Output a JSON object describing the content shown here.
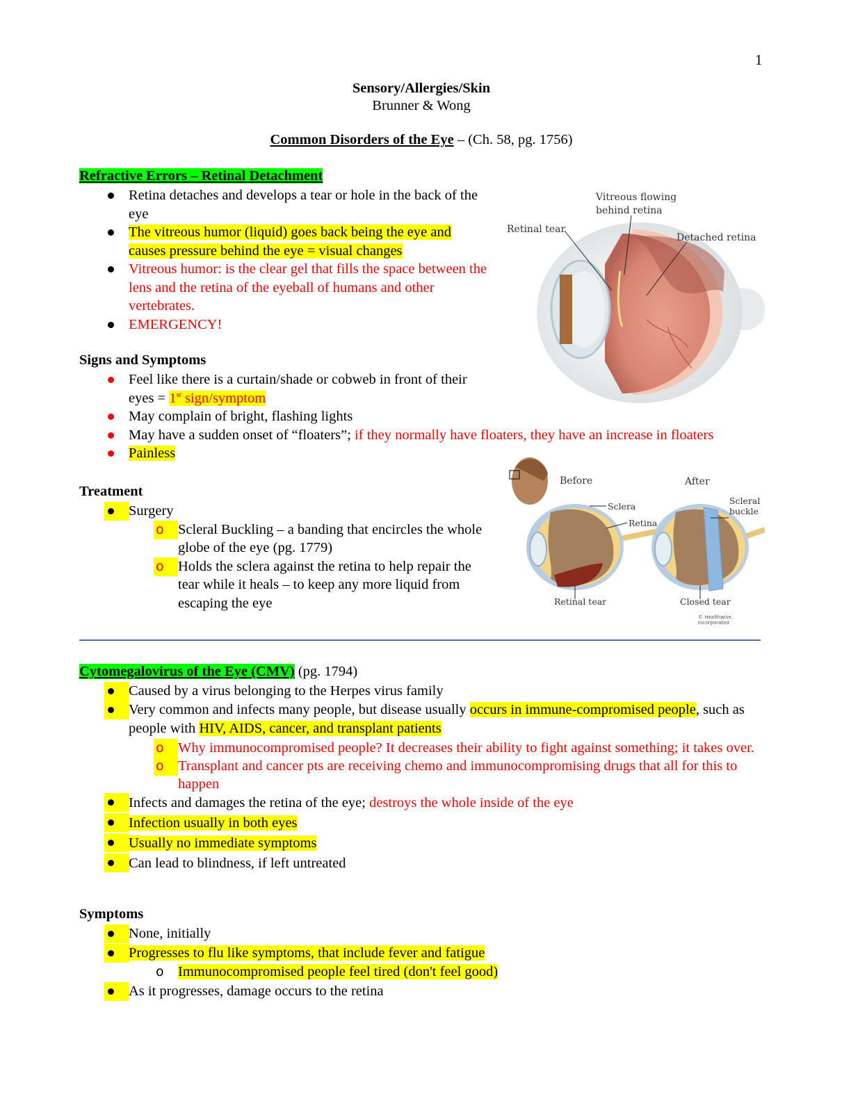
{
  "page_number": "1",
  "header": {
    "title": "Sensory/Allergies/Skin",
    "subtitle": "Brunner & Wong",
    "chapter_title": "Common Disorders of the Eye",
    "chapter_ref": " – (Ch. 58, pg. 1756)"
  },
  "colors": {
    "green_highlight": "#00ff00",
    "yellow_highlight": "#ffff00",
    "red_text": "#ff0000",
    "divider": "#4a6aa8"
  },
  "retinal_detachment": {
    "heading": "Refractive Errors – Retinal Detachment",
    "bullets": [
      "Retina detaches and develops a tear or hole in the back of the eye",
      "The vitreous humor (liquid) goes back being the eye and causes pressure behind the eye = visual changes",
      "Vitreous humor: is the clear gel that fills the space between the lens and the retina of the eyeball of humans and other vertebrates.",
      "EMERGENCY!"
    ],
    "signs_heading": "Signs and Symptoms",
    "signs": {
      "s1_pre": "Feel like there is a curtain/shade or cobweb in front of their eyes = ",
      "s1_num": "1",
      "s1_sup": "st",
      "s1_hl": " sign/symptom",
      "s2": "May complain of bright, flashing lights",
      "s3_pre": "May have a sudden onset of “floaters”; ",
      "s3_red": "if they normally have floaters, they have an increase in floaters",
      "s4": "Painless"
    },
    "treatment_heading": "Treatment",
    "treatment": {
      "main": "Surgery",
      "sub_marker": "o",
      "subs": [
        "Scleral Buckling – a banding that encircles the whole globe of the eye (pg. 1779)",
        "Holds the sclera against the retina to help repair the tear while it heals – to keep any more liquid from escaping the eye"
      ]
    },
    "figure1": {
      "labels": [
        "Vitreous flowing",
        "behind retina",
        "Retinal tear",
        "Detached retina"
      ]
    },
    "figure2": {
      "before": "Before",
      "after": "After",
      "labels": [
        "Sclera",
        "Retina",
        "Retinal tear",
        "Scleral",
        "buckle",
        "Closed tear"
      ],
      "copyright": "© Healthwise, Incorporated"
    }
  },
  "cmv": {
    "heading": "Cytomegalovirus of the Eye (CMV)",
    "heading_ref": " (pg. 1794)",
    "b1": "Caused by a virus belonging to the Herpes virus family",
    "b2_pre": "Very common and infects many people, but disease usually ",
    "b2_hl": "occurs in immune-compromised people",
    "b2_mid": ", such as people with ",
    "b2_hl2": "HIV, AIDS, cancer, and transplant patients",
    "sub_marker": "o",
    "b2_subs": [
      "Why immunocompromised people? It decreases their ability to fight against something; it takes over.",
      "Transplant and cancer pts are receiving chemo and immunocompromising drugs that all for this to happen"
    ],
    "b3_pre": "Infects and damages the retina of the eye; ",
    "b3_red": "destroys the whole inside of the eye",
    "b4": "Infection usually in both eyes",
    "b5": "Usually no immediate symptoms",
    "b6": "Can lead to blindness, if left untreated",
    "symptoms_heading": "Symptoms",
    "sym1": "None, initially",
    "sym2": "Progresses to flu like symptoms, that include fever and fatigue ",
    "sym2_sub": "Immunocompromised people feel tired (don't feel good)",
    "sym3": "As it progresses, damage occurs to the retina"
  }
}
